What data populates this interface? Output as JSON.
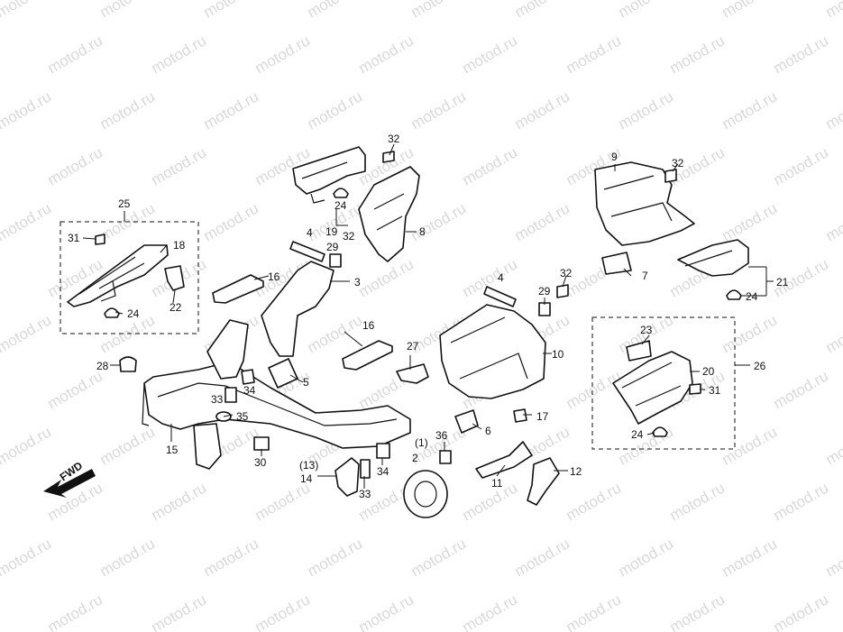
{
  "watermark": "motod.ru",
  "forward_label": "FWD",
  "callouts": {
    "n1": "1",
    "n2": "2",
    "n3": "3",
    "n4a": "4",
    "n4b": "4",
    "n5": "5",
    "n6": "6",
    "n7": "7",
    "n8": "8",
    "n9": "9",
    "n10": "10",
    "n11": "11",
    "n12": "12",
    "n13": "13",
    "n14": "14",
    "n15": "15",
    "n16a": "16",
    "n16b": "16",
    "n17": "17",
    "n18": "18",
    "n19": "19",
    "n20": "20",
    "n21": "21",
    "n22": "22",
    "n23": "23",
    "n24a": "24",
    "n24b": "24",
    "n24c": "24",
    "n24d": "24",
    "n25": "25",
    "n26": "26",
    "n27": "27",
    "n28": "28",
    "n29a": "29",
    "n29b": "29",
    "n30": "30",
    "n31a": "31",
    "n31b": "31",
    "n32a": "32",
    "n32b": "32",
    "n32c": "32",
    "n32d": "32",
    "n33a": "33",
    "n33b": "33",
    "n34a": "34",
    "n34b": "34",
    "n35": "35",
    "n36": "36"
  }
}
